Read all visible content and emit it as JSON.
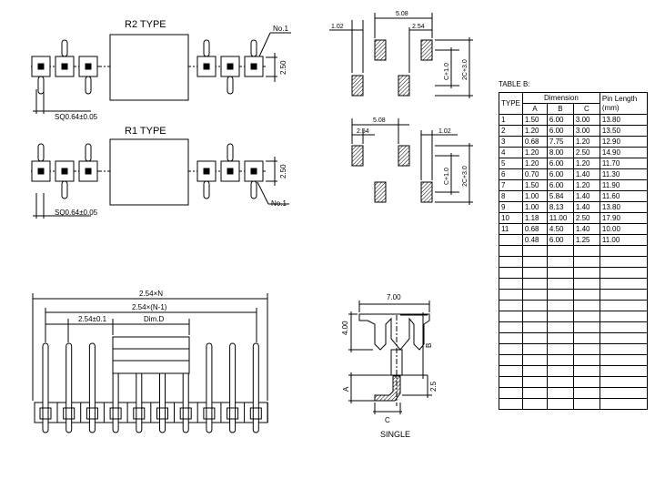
{
  "views": {
    "r2": {
      "title": "R2 TYPE",
      "pin1_label": "No.1",
      "pitch_label": "2.50",
      "pin_size_label": "SQ0.64±0.05"
    },
    "r1": {
      "title": "R1 TYPE",
      "pin1_label": "No.1",
      "pitch_label": "2.50",
      "pin_size_label": "SQ0.64±0.05"
    }
  },
  "footprint_r2": {
    "dim_1_02": "1.02",
    "dim_5_08": "5.08",
    "dim_2_54": "2.54",
    "dim_c": "C+1.0",
    "dim_2c": "2C+3.0"
  },
  "footprint_r1": {
    "dim_5_08": "5.08",
    "dim_2_54": "2.54",
    "dim_1_02": "1.02",
    "dim_c": "C+1.0",
    "dim_2c": "2C+3.0"
  },
  "front_view": {
    "overall": "2.54×N",
    "n_minus_1": "2.54×(N-1)",
    "pitch": "2.54±0.1",
    "dim_d": "Dim.D"
  },
  "side_view": {
    "width": "7.00",
    "height": "4.00",
    "dim_a": "A",
    "dim_b": "B",
    "dim_c": "C",
    "dim_25": "2.5",
    "caption": "SINGLE"
  },
  "table": {
    "caption": "TABLE B:",
    "header_type": "TYPE",
    "header_dimension": "Dimension",
    "header_pin_length": "Pin Length",
    "header_mm": "(mm)",
    "col_a": "A",
    "col_b": "B",
    "col_c": "C",
    "rows": [
      [
        "1",
        "1.50",
        "6.00",
        "3.00",
        "13.80"
      ],
      [
        "2",
        "1.20",
        "6.00",
        "3.00",
        "13.50"
      ],
      [
        "3",
        "0.68",
        "7.75",
        "1.20",
        "12.90"
      ],
      [
        "4",
        "1.20",
        "8.00",
        "2.50",
        "14.90"
      ],
      [
        "5",
        "1.20",
        "6.00",
        "1.20",
        "11.70"
      ],
      [
        "6",
        "0.70",
        "6.00",
        "1.40",
        "11.30"
      ],
      [
        "7",
        "1.50",
        "6.00",
        "1.20",
        "11.90"
      ],
      [
        "8",
        "1.00",
        "5.84",
        "1.40",
        "11.60"
      ],
      [
        "9",
        "1.00",
        "8.13",
        "1.40",
        "13.80"
      ],
      [
        "10",
        "1.18",
        "11.00",
        "2.50",
        "17.90"
      ],
      [
        "11",
        "0.68",
        "4.50",
        "1.40",
        "10.00"
      ],
      [
        "",
        "0.48",
        "6.00",
        "1.25",
        "11.00"
      ]
    ],
    "empty_rows": 15
  }
}
